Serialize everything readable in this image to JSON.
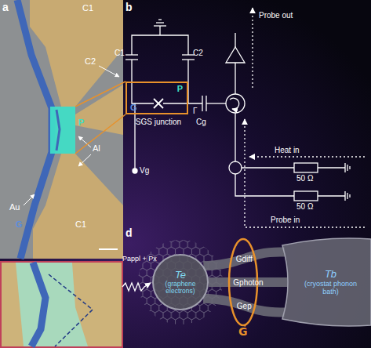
{
  "diagram": {
    "nodes": [
      {
        "text": [
          "G",
          "P",
          "SGS junction"
        ]
      },
      {
        "text": [
          "Te",
          "(graphene electrons)"
        ]
      },
      {
        "text": [
          "Tb",
          "(cryostat phonon bath)"
        ]
      }
    ],
    "edges": [
      {
        "from": 1,
        "to": 2,
        "arrow": "none",
        "label": "Gdiff"
      },
      {
        "from": 1,
        "to": 2,
        "arrow": "none",
        "label": "Gphoton"
      },
      {
        "from": 1,
        "to": 2,
        "arrow": "none",
        "label": "Gep"
      }
    ],
    "labels": [
      "a",
      "C1",
      "C2",
      "P",
      "Al",
      "Au",
      "G",
      "C1",
      "b",
      "C1",
      "C2",
      "Vg",
      "Γ",
      "Cg",
      "Probe out",
      "Heat in",
      "50 Ω",
      "50 Ω",
      "Probe in",
      "d",
      "Pappl + Px",
      "G⃗"
    ]
  }
}
